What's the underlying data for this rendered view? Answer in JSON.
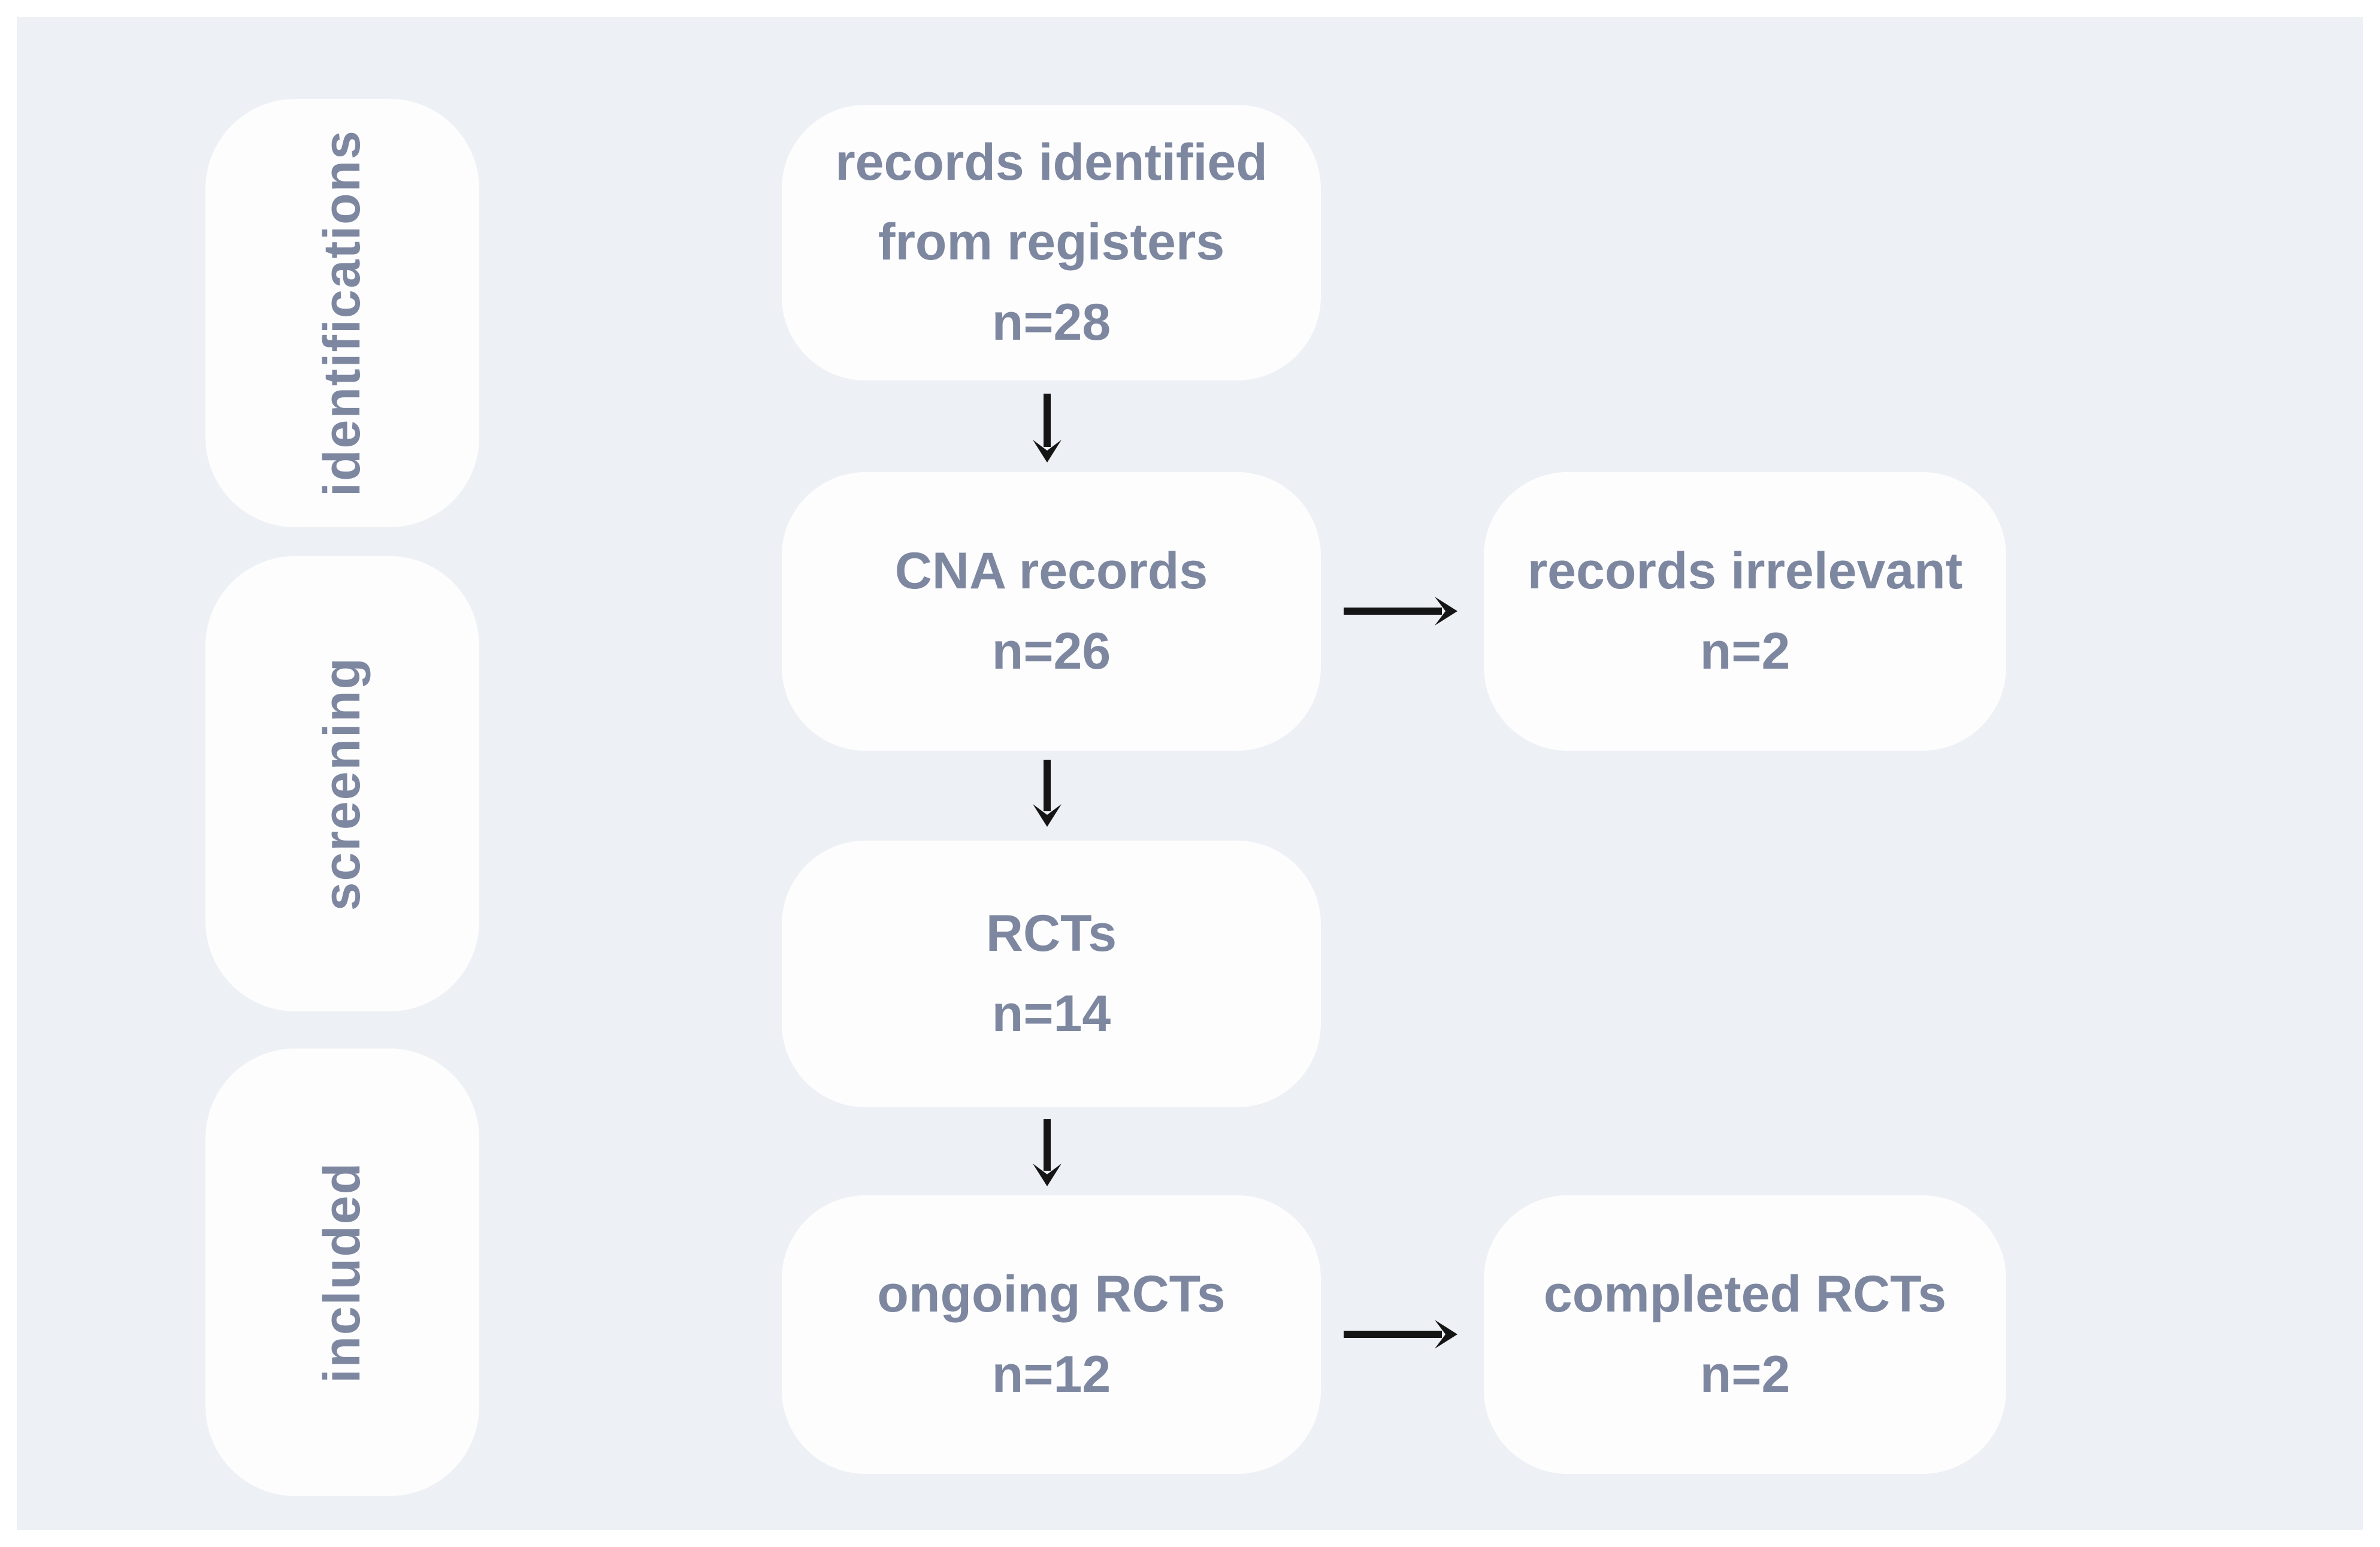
{
  "palette": {
    "background": "#edf0f4",
    "box": "#fdfdfe",
    "text": "#7d87a0",
    "arrow": "#151515",
    "margin": "#ffffff"
  },
  "stages": [
    {
      "label": "identifications"
    },
    {
      "label": "screening"
    },
    {
      "label": "included"
    }
  ],
  "nodes": {
    "identified": {
      "label": "records identified from registers",
      "count": "n=28"
    },
    "cna": {
      "label": "CNA records",
      "count": "n=26"
    },
    "irrelevant": {
      "label": "records irrelevant",
      "count": "n=2"
    },
    "rcts": {
      "label": "RCTs",
      "count": "n=14"
    },
    "ongoing": {
      "label": "ongoing RCTs",
      "count": "n=12"
    },
    "completed": {
      "label": "completed RCTs",
      "count": "n=2"
    }
  },
  "arrows": [
    {
      "name": "identified-to-cna",
      "direction": "down"
    },
    {
      "name": "cna-to-irrelevant",
      "direction": "right"
    },
    {
      "name": "cna-to-rcts",
      "direction": "down"
    },
    {
      "name": "rcts-to-ongoing",
      "direction": "down"
    },
    {
      "name": "ongoing-to-completed",
      "direction": "right"
    }
  ]
}
